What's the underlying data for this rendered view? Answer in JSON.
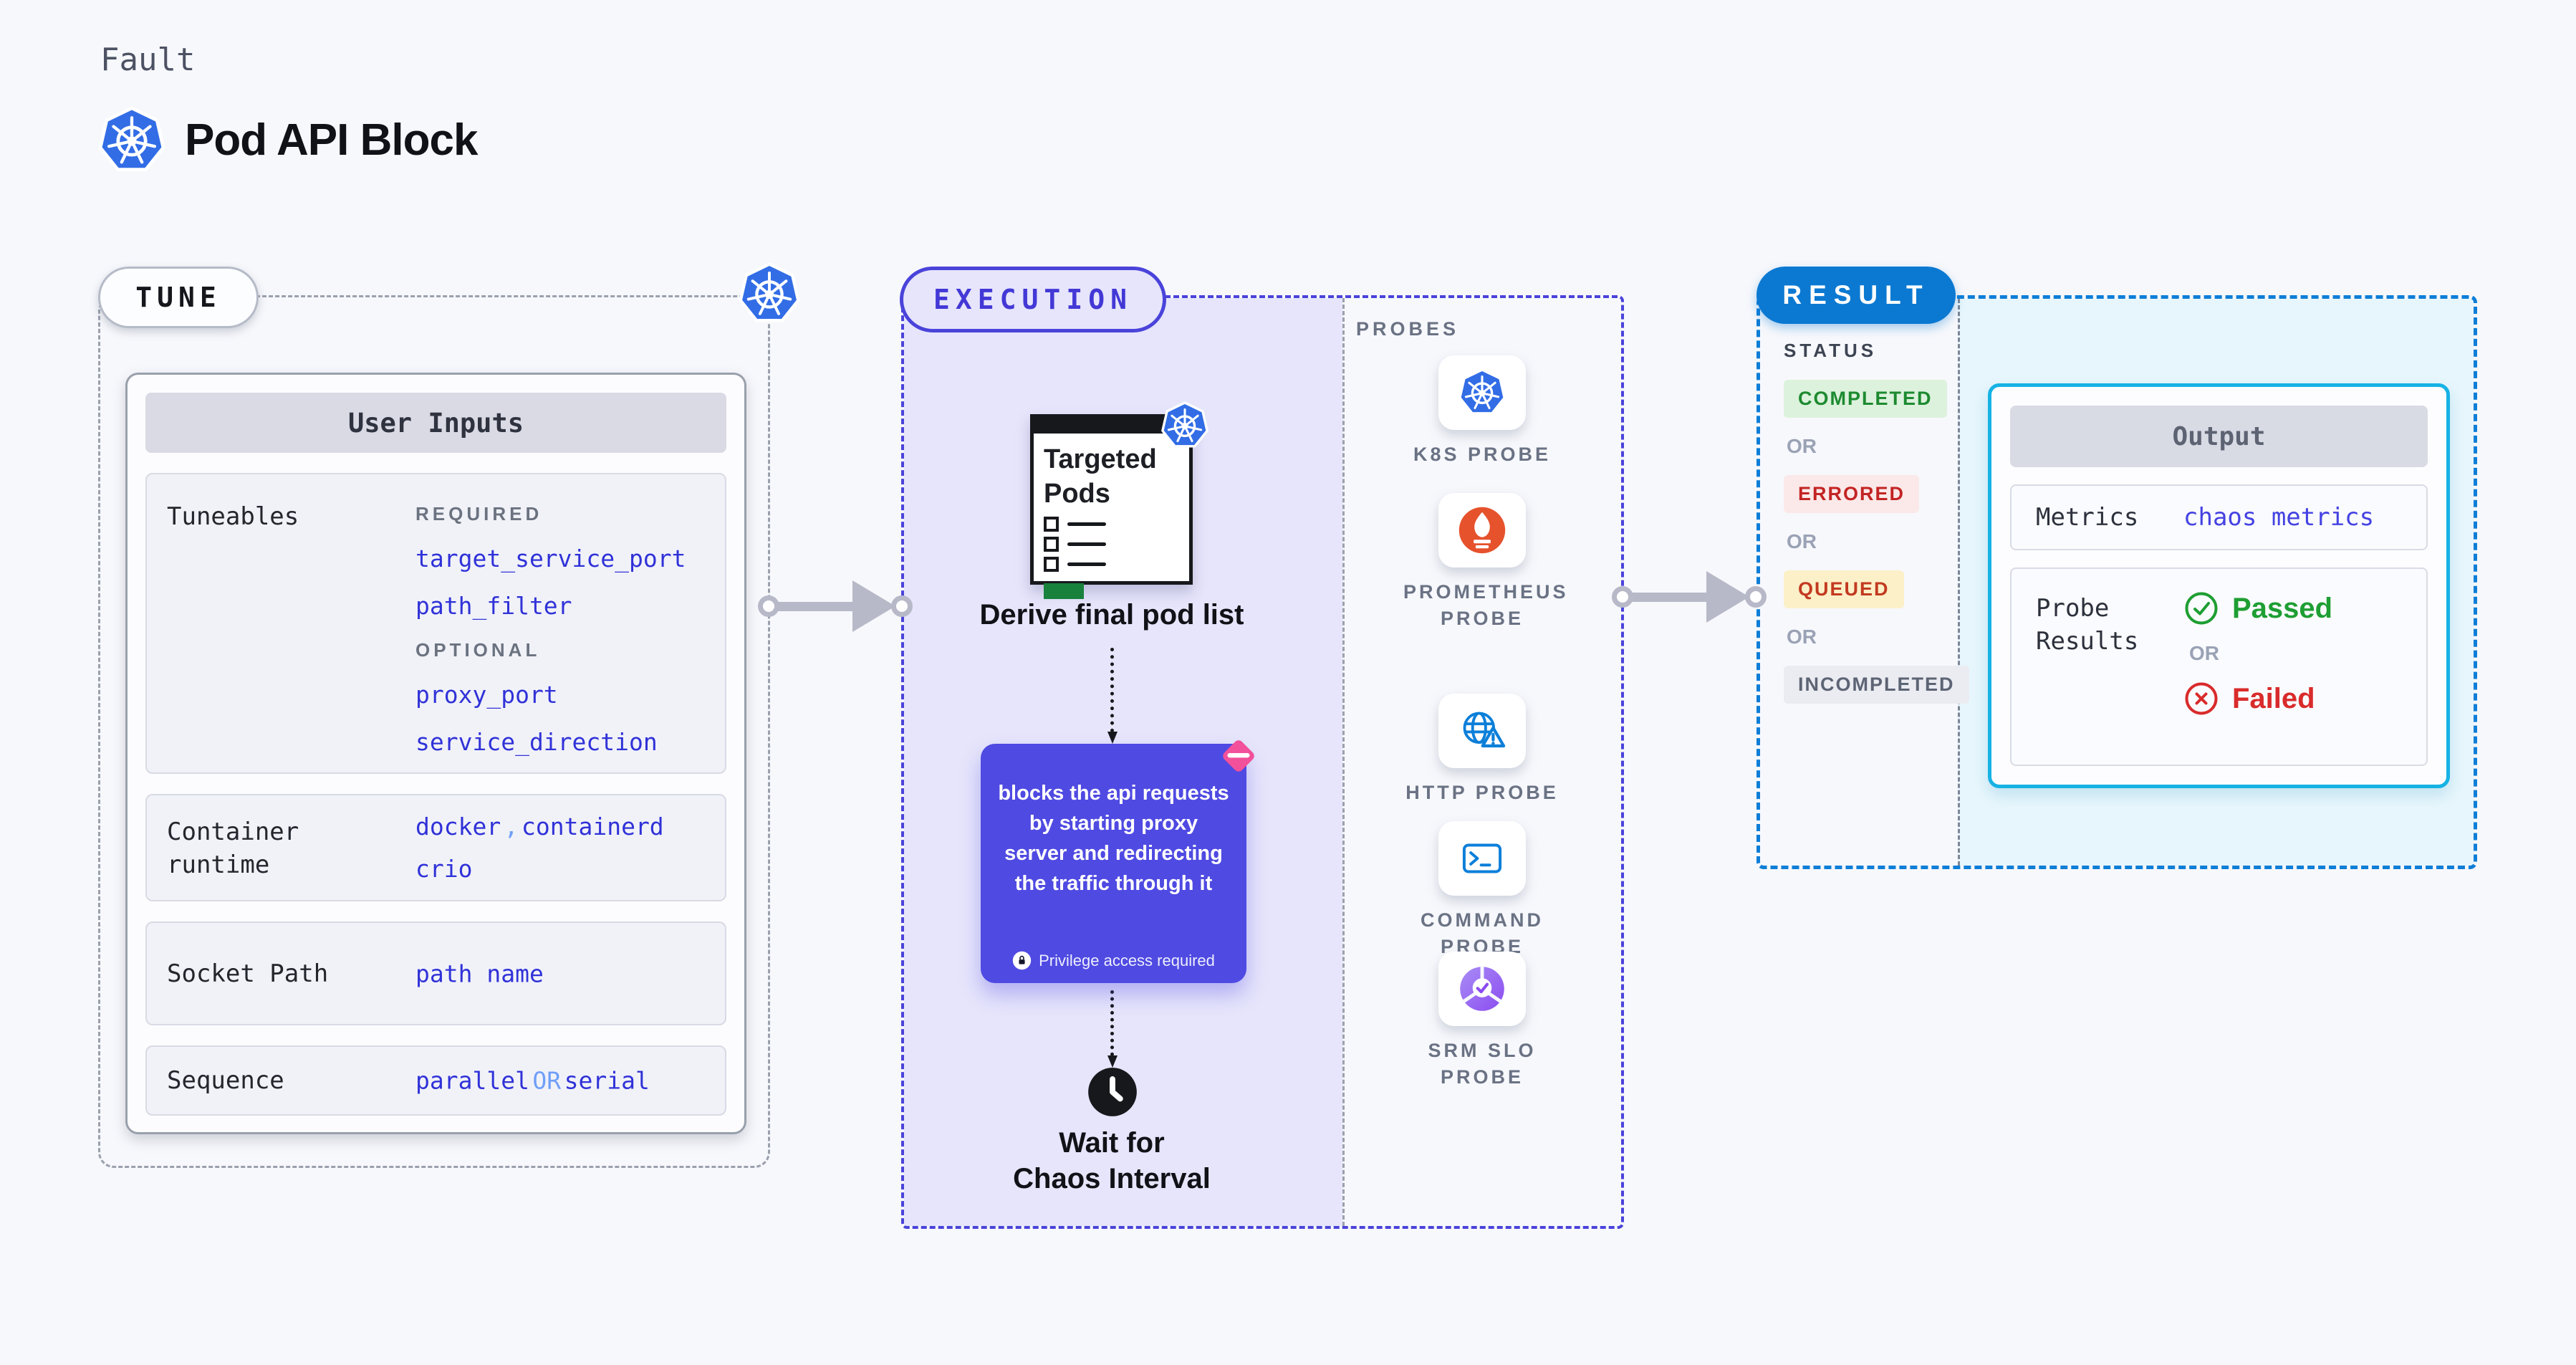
{
  "header": {
    "eyebrow": "Fault",
    "title": "Pod API Block"
  },
  "tune": {
    "badge": "TUNE",
    "user_inputs": {
      "title": "User Inputs",
      "tuneables": {
        "label": "Tuneables",
        "required_tag": "REQUIRED",
        "required_values": [
          "target_service_port",
          "path_filter"
        ],
        "optional_tag": "OPTIONAL",
        "optional_values": [
          "proxy_port",
          "service_direction"
        ]
      },
      "container_runtime": {
        "label": "Container runtime",
        "value_1": "docker",
        "separator": ",",
        "value_2": "containerd",
        "value_3": "crio"
      },
      "socket_path": {
        "label": "Socket Path",
        "value": "path name"
      },
      "sequence": {
        "label": "Sequence",
        "value_1": "parallel",
        "conjunction": "OR",
        "value_2": "serial"
      }
    }
  },
  "execution": {
    "badge": "EXECUTION",
    "targeted_pods_title": "Targeted Pods",
    "derive_label": "Derive final pod list",
    "action_description": "blocks the api requests by starting proxy server and redirecting the traffic through it",
    "privilege_note": "Privilege access required",
    "wait_label": "Wait for Chaos Interval"
  },
  "probes": {
    "heading": "PROBES",
    "items": [
      {
        "label": "K8S PROBE",
        "icon": "kubernetes-icon"
      },
      {
        "label": "PROMETHEUS PROBE",
        "icon": "prometheus-icon"
      },
      {
        "label": "HTTP PROBE",
        "icon": "http-globe-warning-icon"
      },
      {
        "label": "COMMAND PROBE",
        "icon": "terminal-icon"
      },
      {
        "label": "SRM SLO PROBE",
        "icon": "slo-gauge-icon"
      }
    ]
  },
  "result": {
    "badge": "RESULT",
    "status_heading": "STATUS",
    "or_label": "OR",
    "statuses": [
      {
        "label": "COMPLETED",
        "fg": "#1d8a30",
        "bg": "#dcf2dc"
      },
      {
        "label": "ERRORED",
        "fg": "#c32424",
        "bg": "#fbe9e9"
      },
      {
        "label": "QUEUED",
        "fg": "#c23a20",
        "bg": "#fcf0c8"
      },
      {
        "label": "INCOMPLETED",
        "fg": "#5d6474",
        "bg": "#eaecf2"
      }
    ],
    "output": {
      "title": "Output",
      "metrics_label": "Metrics",
      "metrics_value": "chaos metrics",
      "probe_results_label": "Probe Results",
      "passed_label": "Passed",
      "or_label": "OR",
      "failed_label": "Failed"
    }
  },
  "colors": {
    "page_bg": "#f7f8fc",
    "indigo_accent": "#4a43da",
    "execution_bg": "#e6e5fb",
    "action_box_bg": "#4f4ae2",
    "result_dash_blue": "#0d7ed7",
    "result_pill_blue": "#0b79d2",
    "output_border_cyan": "#16b2e4",
    "output_area_bg": "#e7f6fc",
    "value_blue": "#3032d8",
    "conjunction_light_blue": "#6f9ff7",
    "passed_green": "#1e9e33",
    "failed_red": "#d92b2b",
    "kubernetes_blue": "#326de6",
    "prometheus_orange": "#e6522c",
    "litmus_pink": "#f2509a",
    "targeted_green": "#18813c"
  }
}
